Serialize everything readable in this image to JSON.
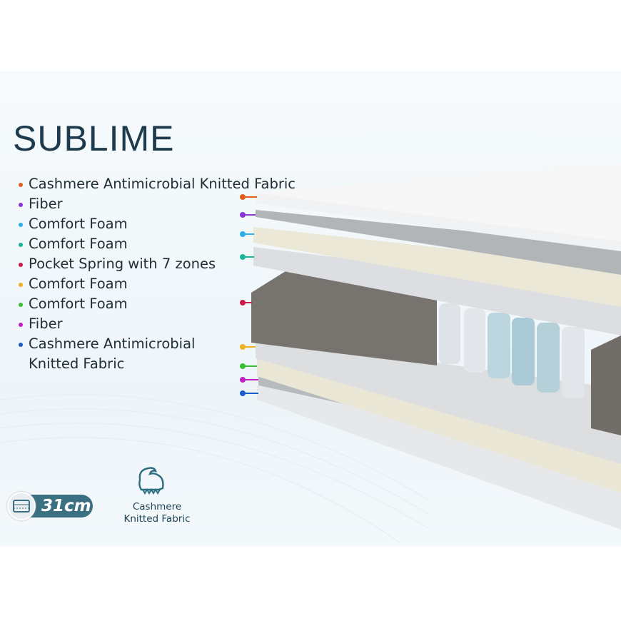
{
  "title": "SUBLIME",
  "layers": [
    {
      "label": "Cashmere Antimicrobial Knitted Fabric",
      "color": "#e0601e"
    },
    {
      "label": "Fiber",
      "color": "#8a35d8"
    },
    {
      "label": "Comfort Foam",
      "color": "#2ab0e8"
    },
    {
      "label": "Comfort Foam",
      "color": "#1bb39a"
    },
    {
      "label": "Pocket Spring with 7 zones",
      "color": "#d0184a"
    },
    {
      "label": "Comfort Foam",
      "color": "#f0b020"
    },
    {
      "label": "Comfort Foam",
      "color": "#38c030"
    },
    {
      "label": "Fiber",
      "color": "#c020c8"
    },
    {
      "label": "Cashmere Antimicrobial",
      "label2": "Knitted Fabric",
      "color": "#1a5cc8"
    }
  ],
  "height_badge": "31cm",
  "feature": {
    "line1": "Cashmere",
    "line2": "Knitted Fabric",
    "icon": "goat-icon"
  }
}
